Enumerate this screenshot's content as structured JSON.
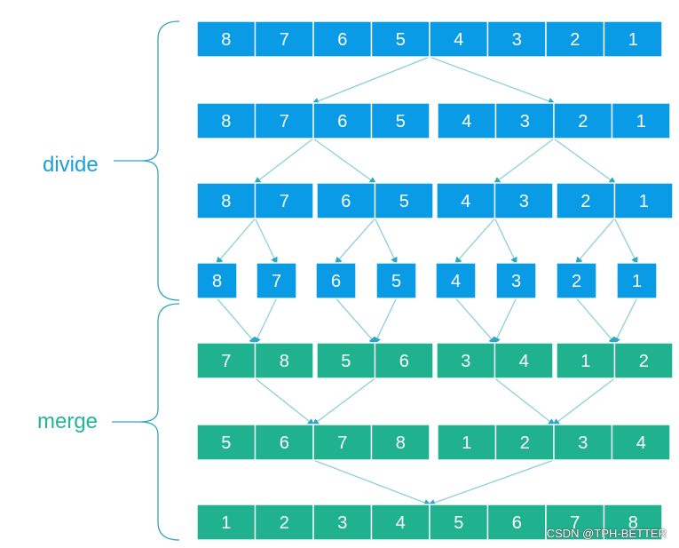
{
  "labels": {
    "divide": "divide",
    "merge": "merge"
  },
  "colors": {
    "divide": "#0a9be6",
    "merge": "#20b18f",
    "divide_text": "#1a9fd6",
    "merge_text": "#23b598",
    "arrow": "#8ccfd9",
    "brace": "#2fa6c4"
  },
  "watermark": "CSDN @TPH-BETTER",
  "rows": [
    {
      "phase": "divide",
      "groups": [
        [
          8,
          7,
          6,
          5,
          4,
          3,
          2,
          1
        ]
      ]
    },
    {
      "phase": "divide",
      "groups": [
        [
          8,
          7,
          6,
          5
        ],
        [
          4,
          3,
          2,
          1
        ]
      ]
    },
    {
      "phase": "divide",
      "groups": [
        [
          8,
          7
        ],
        [
          6,
          5
        ],
        [
          4,
          3
        ],
        [
          2,
          1
        ]
      ]
    },
    {
      "phase": "divide",
      "groups": [
        [
          8
        ],
        [
          7
        ],
        [
          6
        ],
        [
          5
        ],
        [
          4
        ],
        [
          3
        ],
        [
          2
        ],
        [
          1
        ]
      ]
    },
    {
      "phase": "merge",
      "groups": [
        [
          7,
          8
        ],
        [
          5,
          6
        ],
        [
          3,
          4
        ],
        [
          1,
          2
        ]
      ]
    },
    {
      "phase": "merge",
      "groups": [
        [
          5,
          6,
          7,
          8
        ],
        [
          1,
          2,
          3,
          4
        ]
      ]
    },
    {
      "phase": "merge",
      "groups": [
        [
          1,
          2,
          3,
          4,
          5,
          6,
          7,
          8
        ]
      ]
    }
  ]
}
